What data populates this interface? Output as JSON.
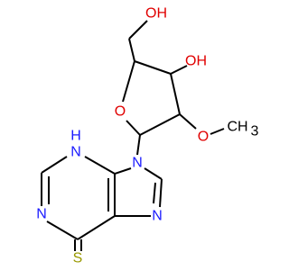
{
  "atoms": {
    "oh_top": "OH",
    "oh_right": "OH",
    "ring_o": "O",
    "methoxy_o": "O",
    "methyl": "CH",
    "methyl_sub": "3",
    "n9": "N",
    "n3": "N",
    "n3_h": "H",
    "n1": "N",
    "n7": "N",
    "thione_s": "S"
  },
  "colors": {
    "oxygen": "#e00000",
    "nitrogen": "#1a1aff",
    "sulfur": "#999900",
    "bond": "#000000"
  }
}
